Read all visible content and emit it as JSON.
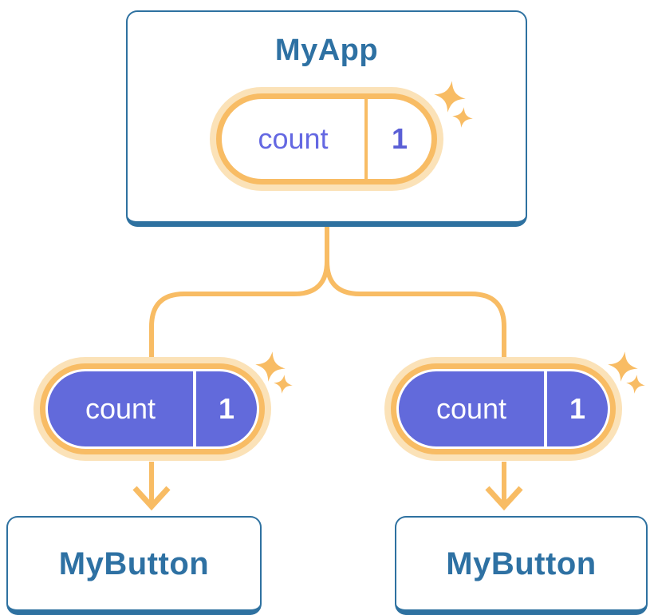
{
  "root": {
    "title": "MyApp",
    "state": {
      "label": "count",
      "value": "1"
    }
  },
  "children": [
    {
      "title": "MyButton",
      "state": {
        "label": "count",
        "value": "1"
      }
    },
    {
      "title": "MyButton",
      "state": {
        "label": "count",
        "value": "1"
      }
    }
  ],
  "colors": {
    "accent_orange": "#F8BC64",
    "accent_cream": "#FBE2B8",
    "state_purple": "#626ADB",
    "text_indigo": "#6468E2",
    "value_indigo": "#5A5FD6",
    "card_border_blue": "#2E71A0",
    "title_blue": "#2E71A3"
  },
  "icons": {
    "sparkle": "sparkle-icon",
    "arrow": "arrow-down-icon"
  }
}
